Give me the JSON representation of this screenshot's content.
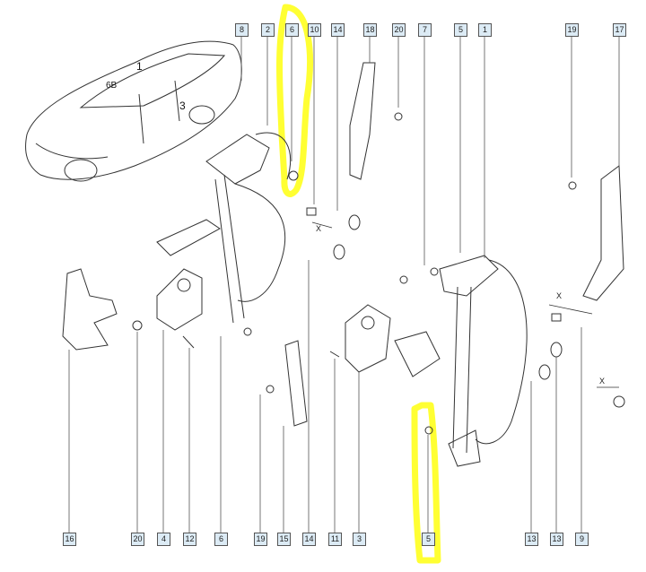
{
  "callouts_top": [
    "8",
    "2",
    "6",
    "10",
    "14",
    "18",
    "20",
    "7",
    "5",
    "1",
    "19",
    "17"
  ],
  "callouts_bottom": [
    "16",
    "20",
    "4",
    "12",
    "6",
    "19",
    "15",
    "14",
    "11",
    "3",
    "5",
    "13",
    "13",
    "9"
  ],
  "axis_labels": [
    "X",
    "X",
    "X"
  ],
  "car_marks": [
    "6B",
    "1",
    "3"
  ],
  "colors": {
    "line": "#333333",
    "leader": "#555555",
    "highlight": "#ffff33",
    "callout_bg": "#dcebf5"
  },
  "icons": [
    "car-illustration",
    "window-regulator-left",
    "window-regulator-right",
    "motor-left",
    "motor-right",
    "bracket",
    "trim-strip",
    "nut",
    "bolt",
    "clip"
  ]
}
